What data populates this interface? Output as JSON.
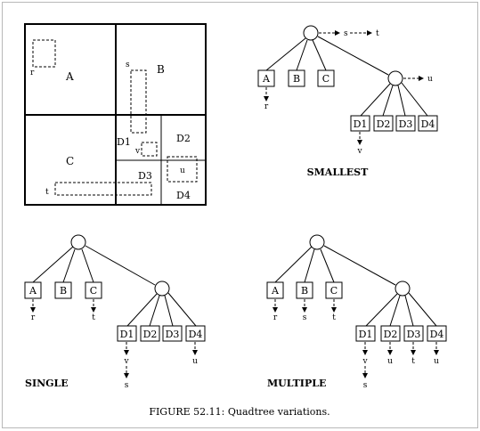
{
  "caption": "FIGURE 52.11: Quadtree variations.",
  "regions": {
    "A": "A",
    "B": "B",
    "C": "C",
    "D1": "D1",
    "D2": "D2",
    "D3": "D3",
    "D4": "D4"
  },
  "objects": {
    "r": "r",
    "s": "s",
    "t": "t",
    "u": "u",
    "v": "v"
  },
  "trees": {
    "smallest": {
      "title": "SMALLEST",
      "root_objects": [
        "s",
        "t"
      ],
      "children": [
        "A",
        "B",
        "C"
      ],
      "child_objects": {
        "A": [
          "r"
        ]
      },
      "inner_objects": [
        "u"
      ],
      "leaves": [
        "D1",
        "D2",
        "D3",
        "D4"
      ],
      "leaf_objects": {
        "D1": [
          "v"
        ]
      }
    },
    "single": {
      "title": "SINGLE",
      "children": [
        "A",
        "B",
        "C"
      ],
      "child_objects": {
        "A": [
          "r"
        ],
        "C": [
          "t"
        ]
      },
      "leaves": [
        "D1",
        "D2",
        "D3",
        "D4"
      ],
      "leaf_objects": {
        "D1": [
          "v",
          "s"
        ],
        "D4": [
          "u"
        ]
      }
    },
    "multiple": {
      "title": "MULTIPLE",
      "children": [
        "A",
        "B",
        "C"
      ],
      "child_objects": {
        "A": [
          "r"
        ],
        "B": [
          "s"
        ],
        "C": [
          "t"
        ]
      },
      "leaves": [
        "D1",
        "D2",
        "D3",
        "D4"
      ],
      "leaf_objects": {
        "D1": [
          "v",
          "s"
        ],
        "D2": [
          "u"
        ],
        "D3": [
          "t"
        ],
        "D4": [
          "u"
        ]
      }
    }
  }
}
